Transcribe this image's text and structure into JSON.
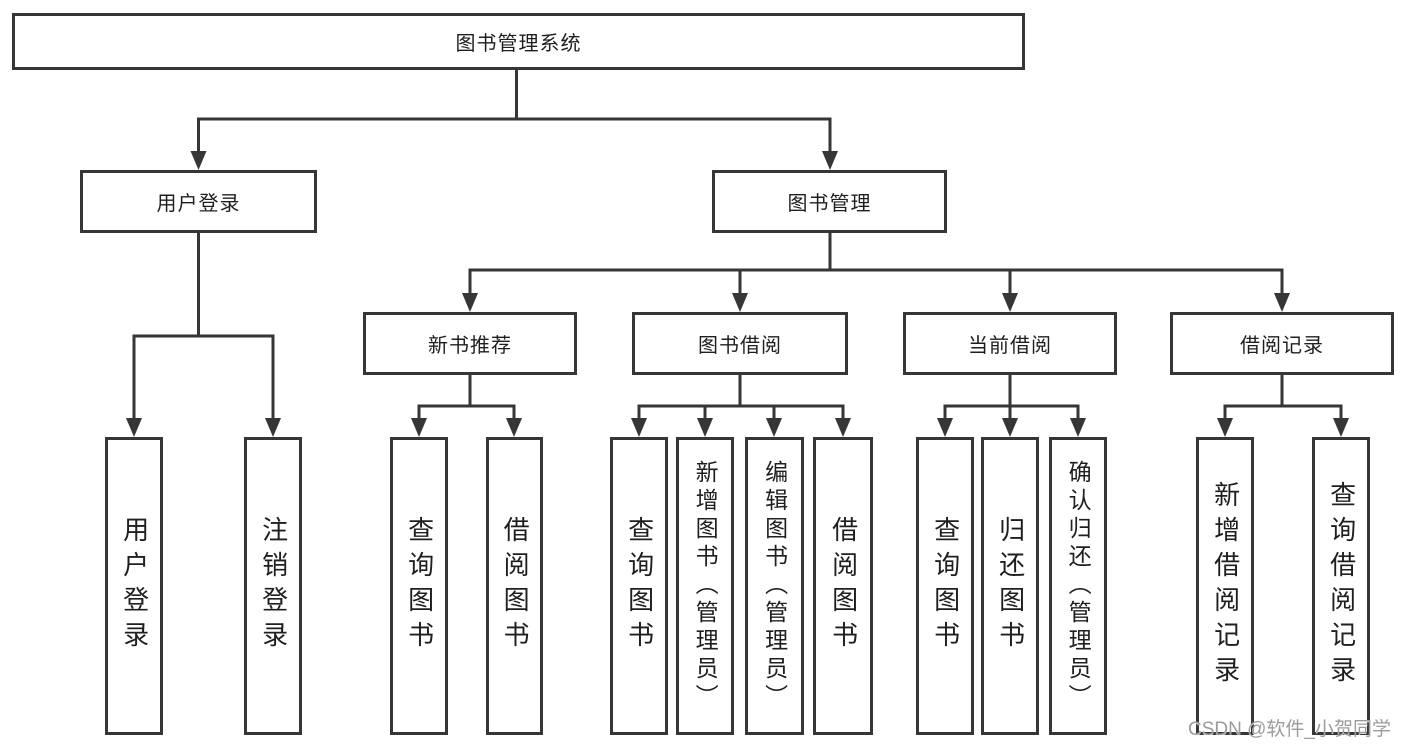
{
  "tree": {
    "root": "图书管理系统",
    "branches": [
      {
        "label": "用户登录",
        "leaves": [
          "用户登录",
          "注销登录"
        ]
      },
      {
        "label": "图书管理",
        "sections": [
          {
            "label": "新书推荐",
            "leaves": [
              "查询图书",
              "借阅图书"
            ]
          },
          {
            "label": "图书借阅",
            "leaves": [
              "查询图书",
              "新增图书（管理员）",
              "编辑图书（管理员）",
              "借阅图书"
            ]
          },
          {
            "label": "当前借阅",
            "leaves": [
              "查询图书",
              "归还图书",
              "确认归还（管理员）"
            ]
          },
          {
            "label": "借阅记录",
            "leaves": [
              "新增借阅记录",
              "查询借阅记录"
            ]
          }
        ]
      }
    ]
  },
  "watermark": {
    "text": "CSDN @软件_小贺同学"
  },
  "colors": {
    "line": "#363636",
    "text": "#1f1f1f",
    "watermark": "#9c9c9c",
    "background": "#ffffff"
  }
}
